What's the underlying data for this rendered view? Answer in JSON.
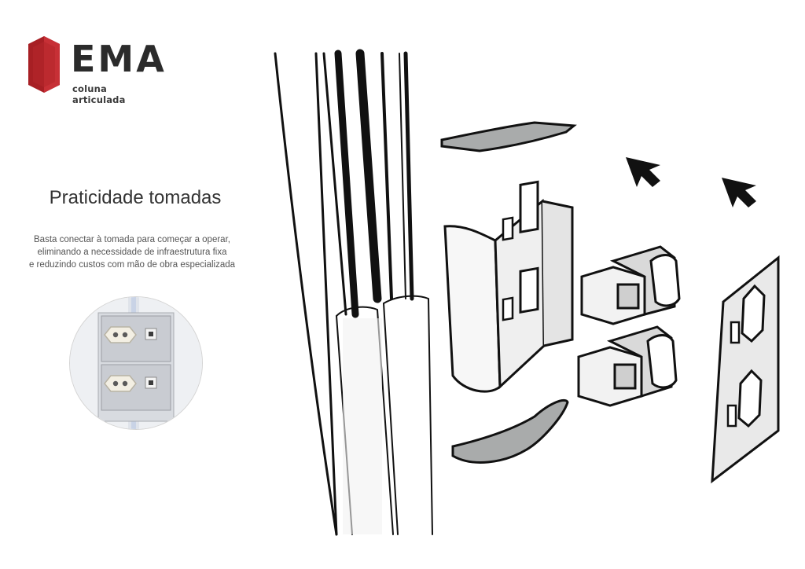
{
  "brand": {
    "name": "EMA",
    "tagline": "coluna articulada",
    "logo_color": "#c0282d"
  },
  "heading": "Praticidade tomadas",
  "description": [
    "Basta conectar à tomada para começar a operar,",
    "eliminando a necessidade de infraestrutura fixa",
    "e reduzindo custos com mão de obra especializada"
  ],
  "icons": {
    "outlet_photo": "power-outlet-icon",
    "arrows": "arrow-icon"
  }
}
